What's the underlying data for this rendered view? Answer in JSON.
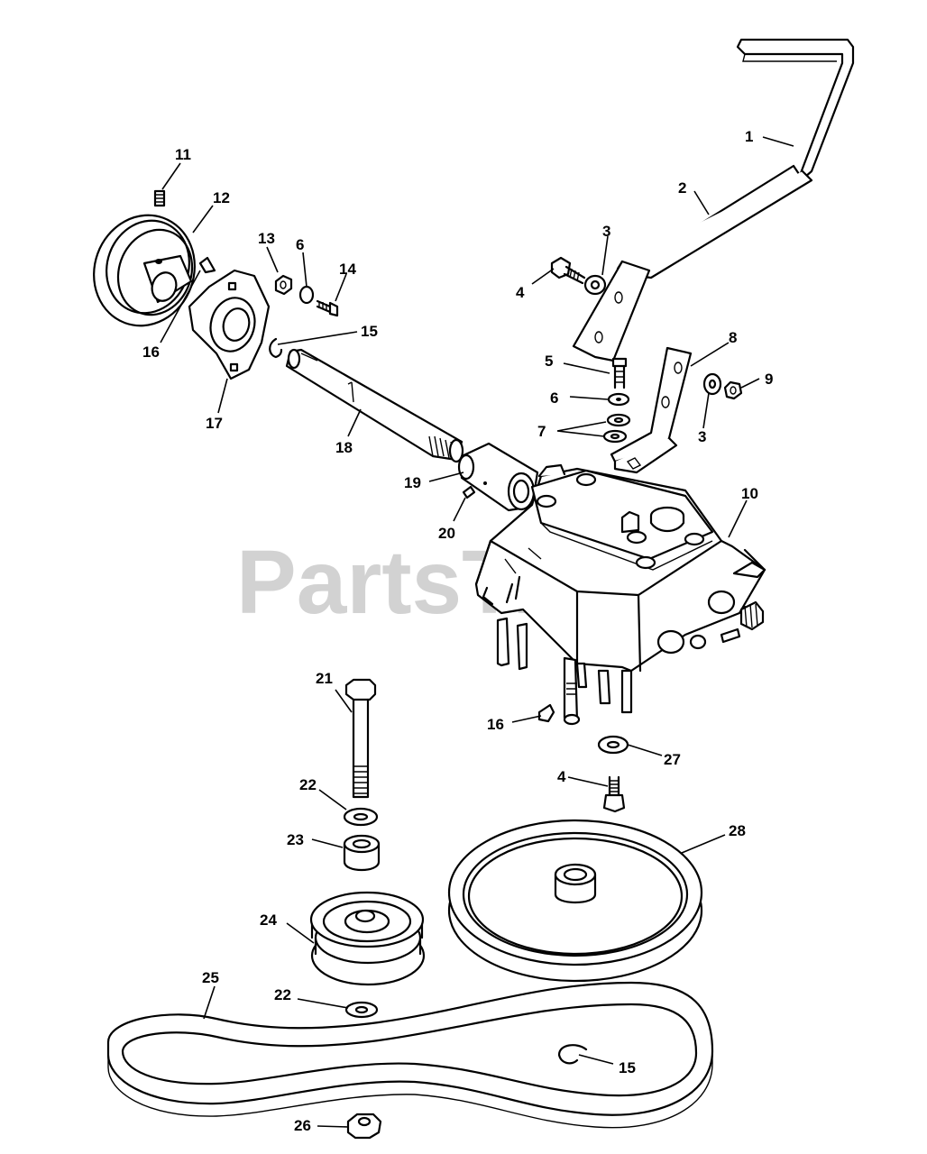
{
  "watermark": {
    "text": "PartsTree",
    "trademark": "™"
  },
  "callouts": {
    "c1": "1",
    "c2": "2",
    "c3a": "3",
    "c3b": "3",
    "c4a": "4",
    "c4b": "4",
    "c5": "5",
    "c6a": "6",
    "c6b": "6",
    "c7": "7",
    "c8": "8",
    "c9": "9",
    "c10": "10",
    "c11": "11",
    "c12": "12",
    "c13": "13",
    "c14": "14",
    "c15a": "15",
    "c15b": "15",
    "c16a": "16",
    "c16b": "16",
    "c17": "17",
    "c18": "18",
    "c19": "19",
    "c20": "20",
    "c21": "21",
    "c22a": "22",
    "c22b": "22",
    "c23": "23",
    "c24": "24",
    "c25": "25",
    "c26": "26",
    "c27": "27",
    "c28": "28"
  }
}
